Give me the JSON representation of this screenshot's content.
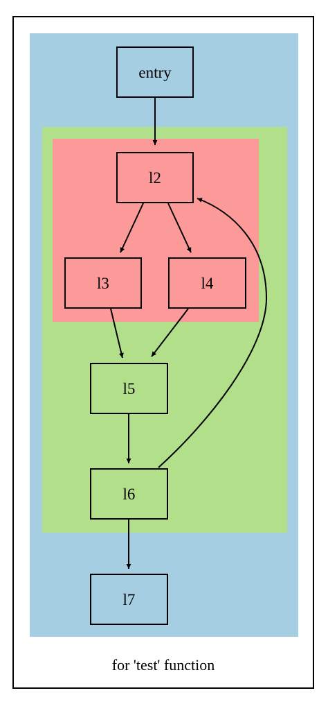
{
  "caption": "for 'test' function",
  "colors": {
    "outer_cluster": "#a6cee3",
    "middle_cluster": "#b2df8a",
    "inner_cluster": "#fb9a99",
    "stroke": "#000000"
  },
  "nodes": {
    "entry": "entry",
    "l2": "l2",
    "l3": "l3",
    "l4": "l4",
    "l5": "l5",
    "l6": "l6",
    "l7": "l7"
  },
  "edges": [
    {
      "from": "entry",
      "to": "l2"
    },
    {
      "from": "l2",
      "to": "l3"
    },
    {
      "from": "l2",
      "to": "l4"
    },
    {
      "from": "l3",
      "to": "l5"
    },
    {
      "from": "l4",
      "to": "l5"
    },
    {
      "from": "l5",
      "to": "l6"
    },
    {
      "from": "l6",
      "to": "l2"
    },
    {
      "from": "l6",
      "to": "l7"
    }
  ]
}
